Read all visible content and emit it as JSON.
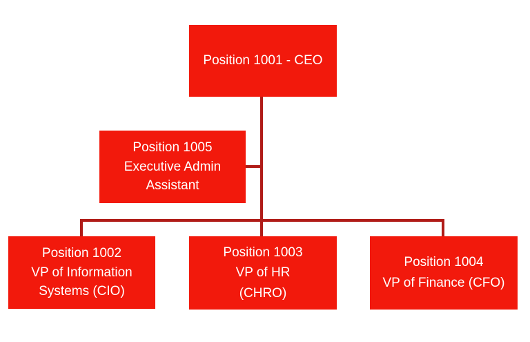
{
  "org_chart": {
    "ceo": {
      "lines": [
        "Position 1001 - CEO"
      ]
    },
    "assistant": {
      "lines": [
        "Position 1005",
        "Executive Admin",
        "Assistant"
      ]
    },
    "cio": {
      "lines": [
        "Position 1002",
        "VP of Information",
        "Systems (CIO)"
      ]
    },
    "chro": {
      "lines": [
        "Position 1003",
        "VP of HR",
        "(CHRO)"
      ]
    },
    "cfo": {
      "lines": [
        "Position 1004",
        "VP of Finance (CFO)"
      ]
    }
  }
}
